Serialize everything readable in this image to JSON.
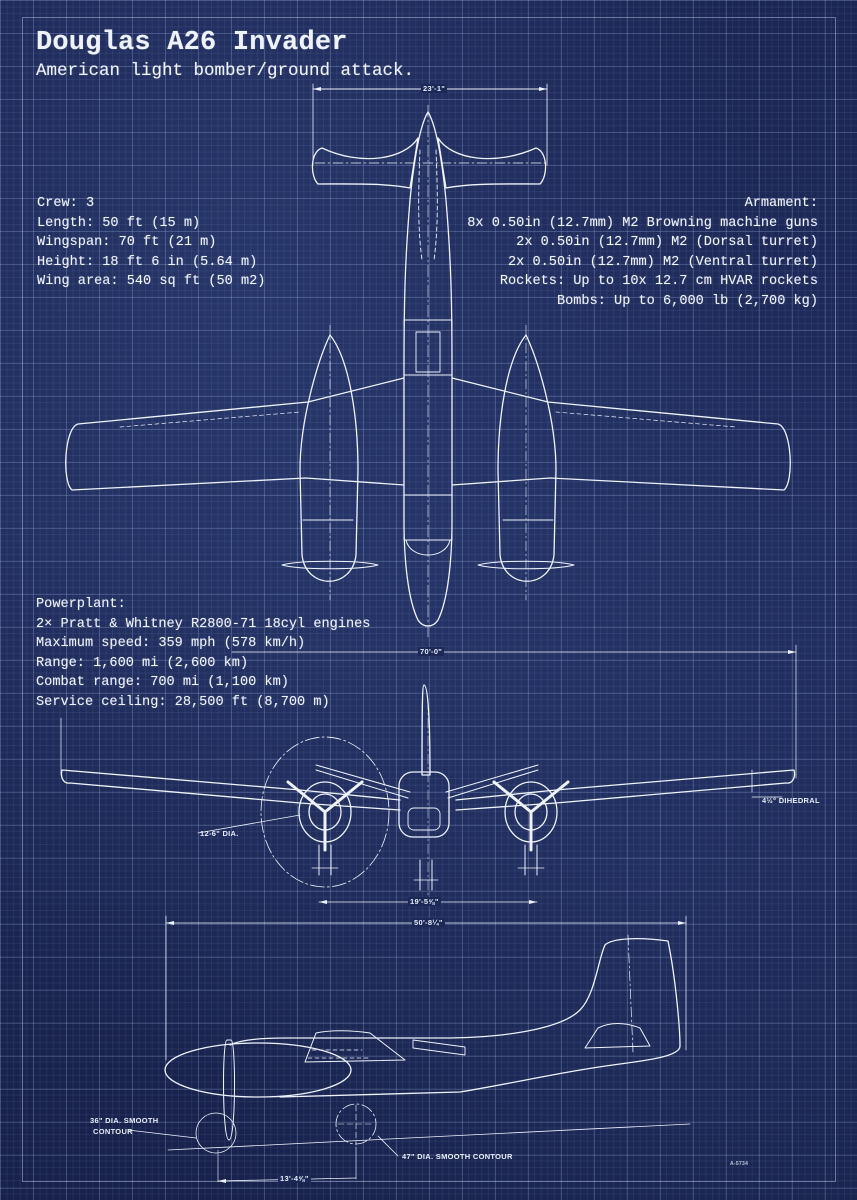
{
  "header": {
    "title": "Douglas A26 Invader",
    "subtitle": "American light bomber/ground attack."
  },
  "specs_general": [
    "Crew: 3",
    "Length: 50 ft (15 m)",
    "Wingspan: 70 ft (21 m)",
    "Height: 18 ft 6 in (5.64 m)",
    "Wing area: 540 sq ft (50 m2)"
  ],
  "armament": {
    "heading": "Armament:",
    "items": [
      "8x 0.50in (12.7mm) M2 Browning machine guns",
      "2x 0.50in (12.7mm) M2 (Dorsal turret)",
      "2x 0.50in (12.7mm) M2 (Ventral turret)",
      "Rockets: Up to 10x 12.7 cm HVAR rockets",
      "Bombs: Up to 6,000 lb (2,700 kg)"
    ]
  },
  "performance": {
    "heading": "Powerplant:",
    "items": [
      "2× Pratt & Whitney R2800-71 18cyl engines",
      "Maximum speed: 359 mph (578 km/h)",
      "Range: 1,600 mi (2,600 km)",
      "Combat range: 700 mi (1,100 km)",
      "Service ceiling: 28,500 ft (8,700 m)"
    ]
  },
  "dimensions": {
    "tailplane_span": "23'-1\"",
    "wingspan": "70'-0\"",
    "dihedral": "4½° DIHEDRAL",
    "prop_diameter": "12-6\" DIA.",
    "track": "19'-5⅝\"",
    "length": "50'-8¼\"",
    "nose_contour": "36\" DIA. SMOOTH",
    "nose_contour_2": "CONTOUR",
    "wheel_contour": "47\" DIA. SMOOTH CONTOUR",
    "nose_to_gear": "13'-4⅝\"",
    "drawing_ref": "A-5734"
  },
  "colors": {
    "background": "#1e2a5a",
    "line": "#eef2fb",
    "grid": "#96aadc"
  }
}
